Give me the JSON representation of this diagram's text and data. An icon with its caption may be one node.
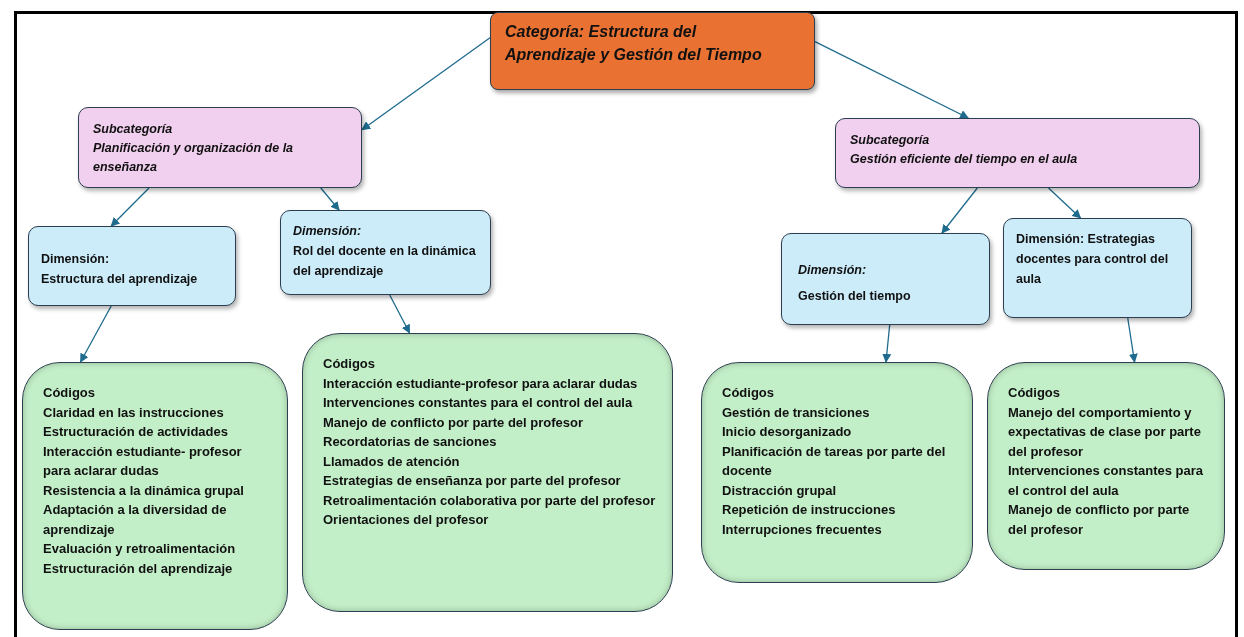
{
  "diagram": {
    "nodes": [
      {
        "text": [
          "Categoría: Estructura del Aprendizaje y Gestión del Tiempo"
        ]
      },
      {
        "text": [
          "Subcategoría",
          "Planificación y organización de la enseñanza"
        ]
      },
      {
        "text": [
          "Subcategoría",
          "Gestión eficiente del tiempo en el aula"
        ]
      },
      {
        "text": [
          "Dimensión:",
          "Estructura del aprendizaje"
        ]
      },
      {
        "text": [
          "Dimensión:",
          "Rol del docente en la dinámica del aprendizaje"
        ]
      },
      {
        "text": [
          "Dimensión:",
          "Gestión del tiempo"
        ]
      },
      {
        "text": [
          "Dimensión: Estrategias docentes para control del aula"
        ]
      },
      {
        "text": [
          "Códigos",
          "Claridad en las instrucciones",
          "Estructuración de actividades",
          "Interacción estudiante- profesor para aclarar dudas",
          "Resistencia a la dinámica grupal",
          "Adaptación a la diversidad de aprendizaje",
          "Evaluación y retroalimentación",
          "Estructuración del aprendizaje"
        ]
      },
      {
        "text": [
          "Códigos",
          "Interacción estudiante-profesor para aclarar dudas",
          "Intervenciones constantes para el control del aula",
          "Manejo de conflicto por parte del profesor",
          "Recordatorias de sanciones",
          "Llamados de atención",
          "Estrategias de enseñanza por parte del profesor",
          "Retroalimentación colaborativa por parte del profesor",
          "Orientaciones del profesor"
        ]
      },
      {
        "text": [
          "Códigos",
          "Gestión de transiciones",
          "Inicio desorganizado",
          "Planificación de tareas por parte del docente",
          "Distracción grupal",
          "Repetición de instrucciones",
          "Interrupciones frecuentes"
        ]
      },
      {
        "text": [
          "Códigos",
          "Manejo del comportamiento y expectativas de clase por parte del profesor",
          "Intervenciones constantes para el control del aula",
          "Manejo de conflicto por parte del profesor"
        ]
      }
    ],
    "edges": [
      {
        "from": 0,
        "to": 1,
        "arrow": "to"
      },
      {
        "from": 0,
        "to": 2,
        "arrow": "to"
      },
      {
        "from": 1,
        "to": 3,
        "arrow": "to"
      },
      {
        "from": 1,
        "to": 4,
        "arrow": "to"
      },
      {
        "from": 2,
        "to": 5,
        "arrow": "to"
      },
      {
        "from": 2,
        "to": 6,
        "arrow": "to"
      },
      {
        "from": 3,
        "to": 7,
        "arrow": "to"
      },
      {
        "from": 4,
        "to": 8,
        "arrow": "to"
      },
      {
        "from": 5,
        "to": 9,
        "arrow": "to"
      },
      {
        "from": 6,
        "to": 10,
        "arrow": "to"
      }
    ]
  }
}
